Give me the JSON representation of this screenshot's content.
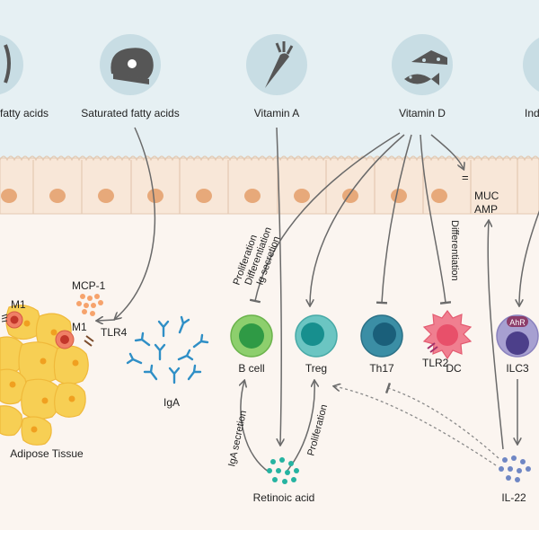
{
  "diet": {
    "unsaturated": "fatty acids",
    "saturated": "Saturated fatty acids",
    "vitamin_a": "Vitamin A",
    "vitamin_d": "Vitamin D",
    "indole": "Ind"
  },
  "epithelium": {
    "equals": "=",
    "muc": "MUC",
    "amp": "AMP"
  },
  "adipose": {
    "m1_top": "M1",
    "m1_mid": "M1",
    "mcp1": "MCP-1",
    "tlr4": "TLR4",
    "tissue": "Adipose Tissue",
    "iga": "IgA"
  },
  "effects": {
    "bcell_proliferation": "Proliferation",
    "bcell_differentiation": "Differentiation",
    "bcell_ig_secretion": "Ig secretion",
    "dc_differentiation": "Differentiation"
  },
  "cells": {
    "bcell": "B cell",
    "treg": "Treg",
    "th17": "Th17",
    "tlr2": "TLR2",
    "dc": "DC",
    "ahr": "AhR",
    "ilc3": "ILC3"
  },
  "metabolites": {
    "iga_secretion": "IgA secretion",
    "proliferation": "Proliferation",
    "retinoic_acid": "Retinoic acid",
    "il22": "IL-22"
  },
  "colors": {
    "lumen_bg": "#e6f0f3",
    "epithelium": "#f8e7d8",
    "nucleus": "#e7a97a",
    "lamina_bg": "#fbf5f0",
    "adipocyte": "#f7cf54",
    "bcell": "#8dcf6d",
    "treg": "#6bc5c2",
    "th17": "#3b8ea5",
    "dc": "#f07f90",
    "ilc3": "#a7a0d1",
    "antibody": "#2f8fc6",
    "retinoic": "#25b3a1",
    "il22": "#6f87c4"
  }
}
